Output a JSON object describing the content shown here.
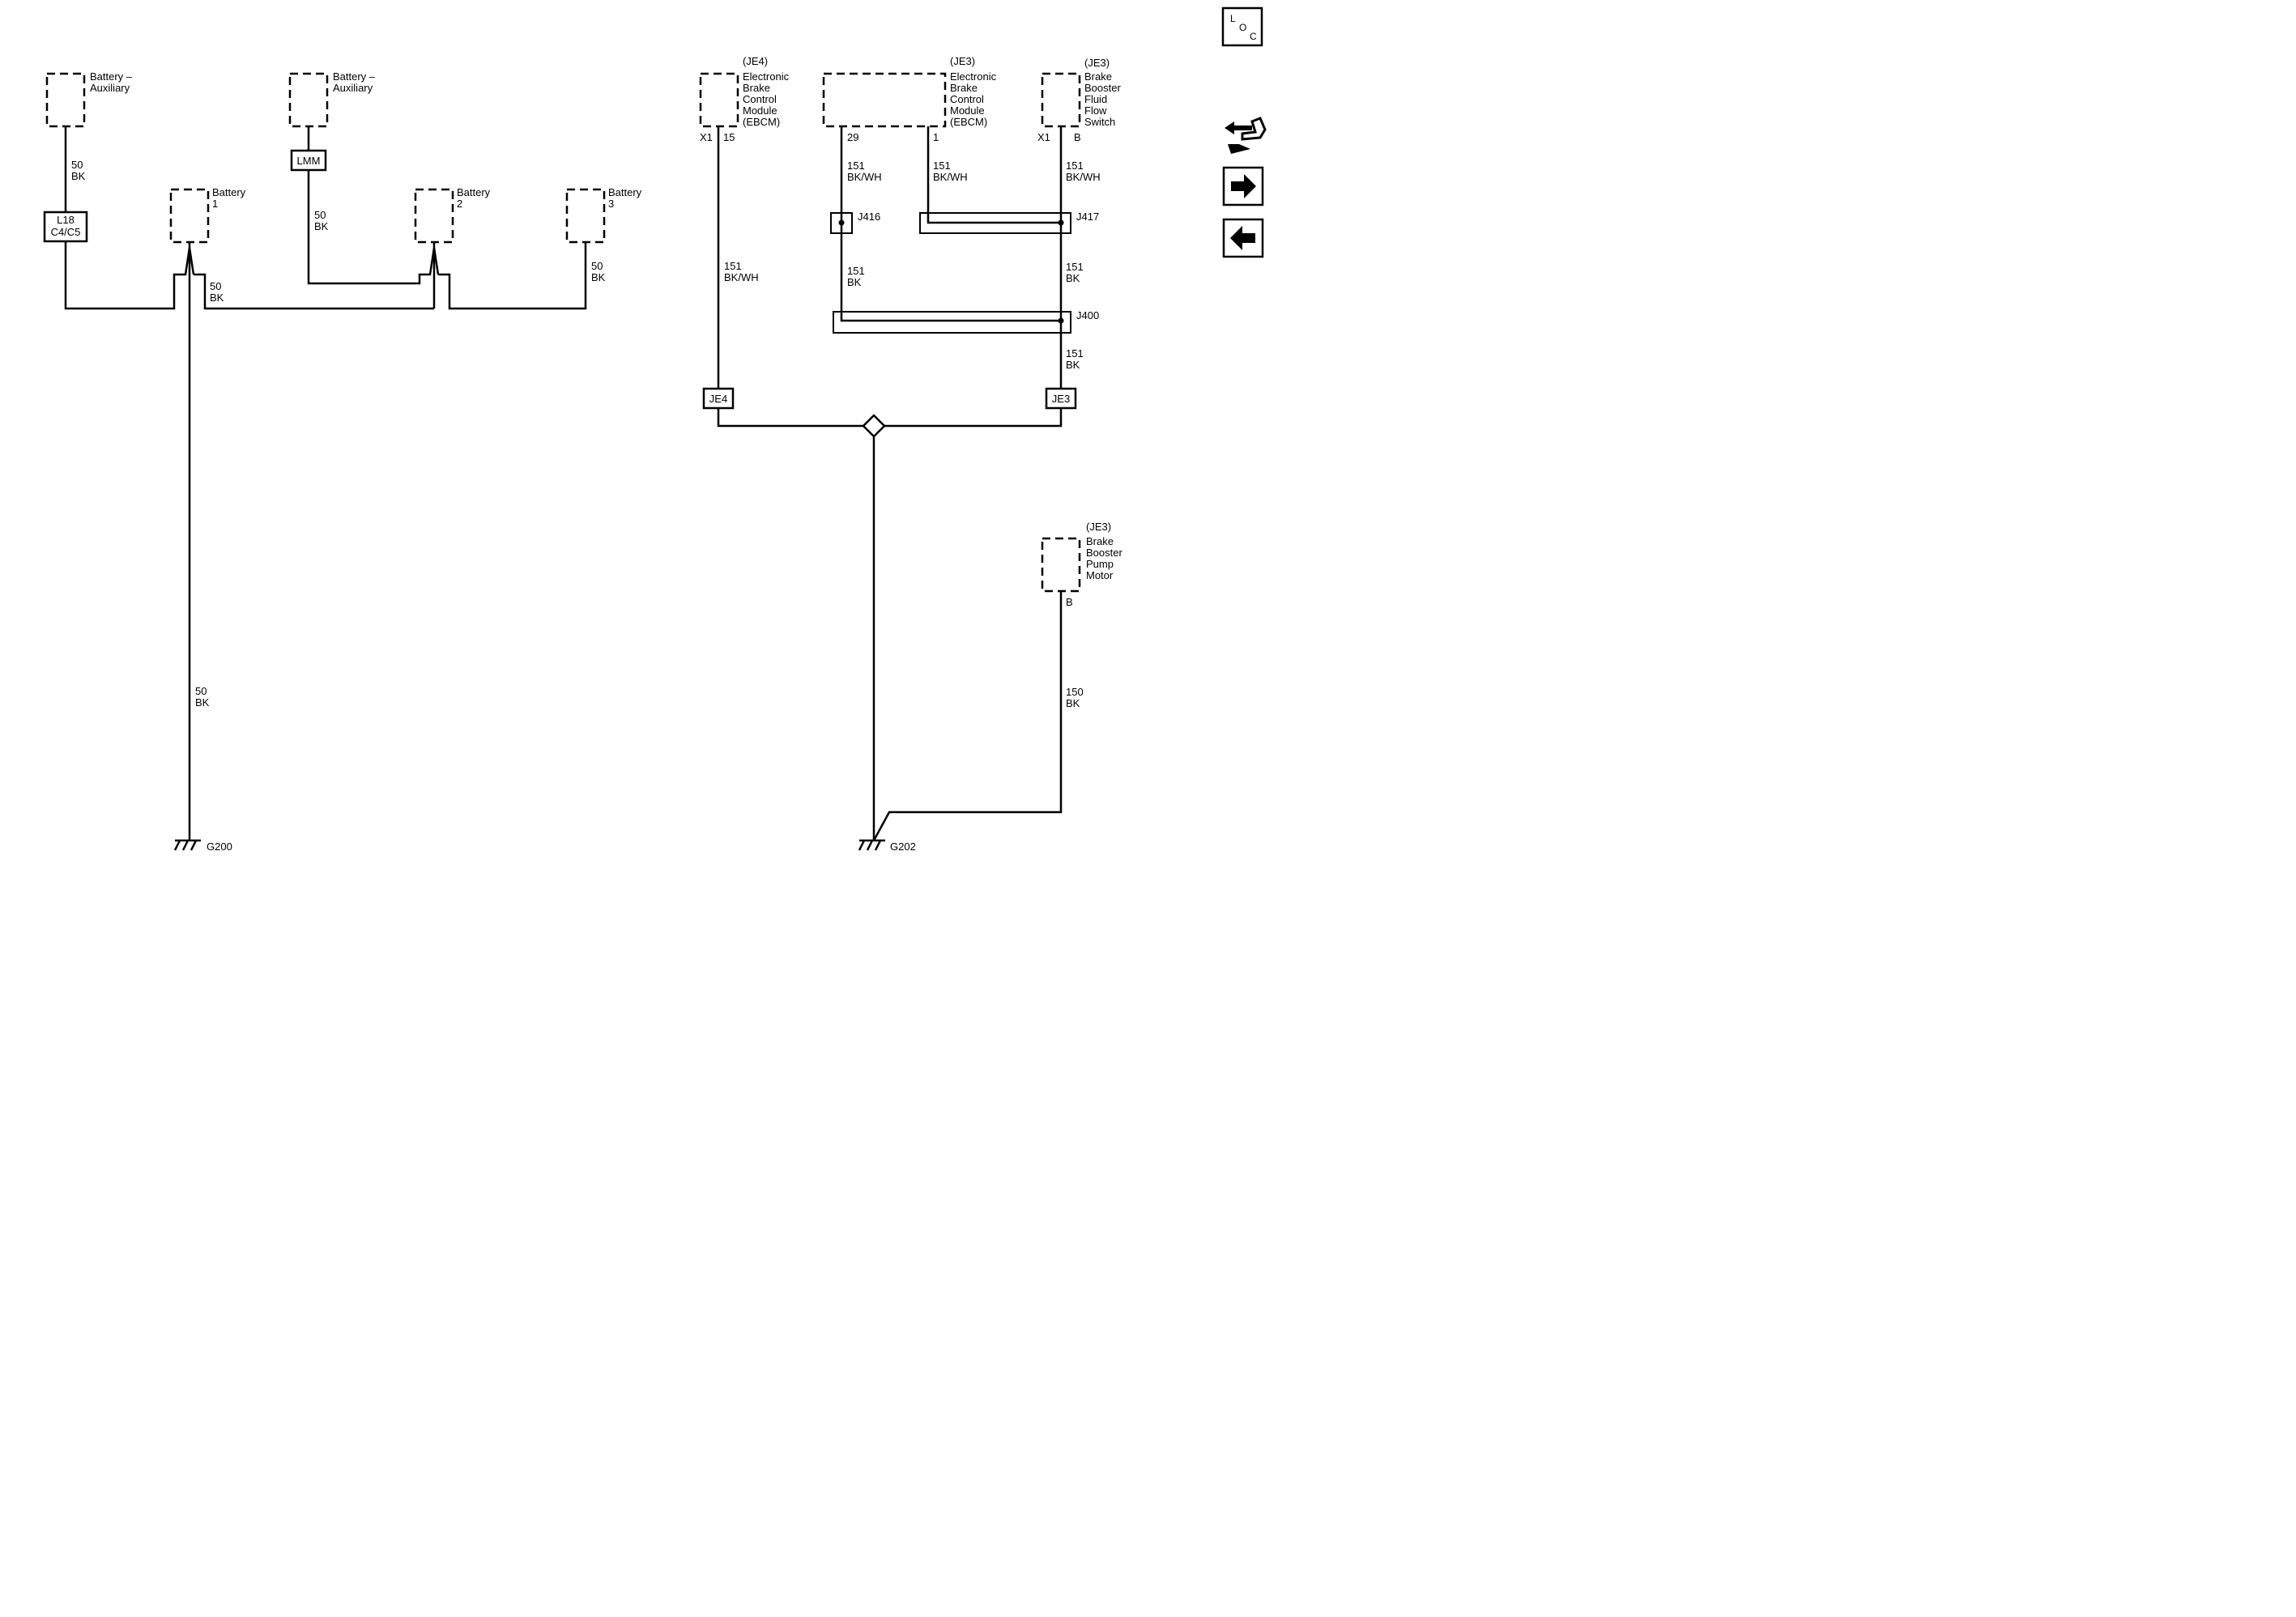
{
  "components": {
    "batt_aux_left": {
      "name": [
        "Battery –",
        "Auxiliary"
      ]
    },
    "batt_aux_mid": {
      "name": [
        "Battery –",
        "Auxiliary"
      ]
    },
    "batt1": {
      "name": [
        "Battery",
        "1"
      ]
    },
    "batt2": {
      "name": [
        "Battery",
        "2"
      ]
    },
    "batt3": {
      "name": [
        "Battery",
        "3"
      ]
    },
    "ebcm_je4": {
      "option": "(JE4)",
      "name": [
        "Electronic",
        "Brake",
        "Control",
        "Module",
        "(EBCM)"
      ],
      "connector": "X1",
      "pin": "15"
    },
    "ebcm_je3": {
      "option": "(JE3)",
      "name": [
        "Electronic",
        "Brake",
        "Control",
        "Module",
        "(EBCM)"
      ],
      "pin_a": "29",
      "pin_b": "1"
    },
    "flow_switch": {
      "option": "(JE3)",
      "name": [
        "Brake",
        "Booster",
        "Fluid",
        "Flow",
        "Switch"
      ],
      "connector": "X1",
      "pin": "B"
    },
    "pump_motor": {
      "option": "(JE3)",
      "name": [
        "Brake",
        "Booster",
        "Pump",
        "Motor"
      ],
      "pin": "B"
    }
  },
  "wires": {
    "aux_left": [
      "50",
      "BK"
    ],
    "lmm_down": [
      "50",
      "BK"
    ],
    "batt1_right": [
      "50",
      "BK"
    ],
    "batt3_down": [
      "50",
      "BK"
    ],
    "g200_drop": [
      "50",
      "BK"
    ],
    "ebcm_je4": [
      "151",
      "BK/WH"
    ],
    "ebcm29": [
      "151",
      "BK/WH"
    ],
    "ebcm1": [
      "151",
      "BK/WH"
    ],
    "switch": [
      "151",
      "BK/WH"
    ],
    "j416_down": [
      "151",
      "BK"
    ],
    "j417_down": [
      "151",
      "BK"
    ],
    "j400_down": [
      "151",
      "BK"
    ],
    "pump": [
      "150",
      "BK"
    ]
  },
  "connectors": {
    "l18": [
      "L18",
      "C4/C5"
    ],
    "lmm": "LMM",
    "je4": "JE4",
    "je3": "JE3"
  },
  "splices": {
    "j416": "J416",
    "j417": "J417",
    "j400": "J400"
  },
  "grounds": {
    "g200": "G200",
    "g202": "G202"
  },
  "nav": {
    "loc_letters": [
      "L",
      "O",
      "C"
    ],
    "icons": [
      "connector-end-view-icon",
      "next-page-arrow-icon",
      "previous-page-arrow-icon"
    ]
  }
}
